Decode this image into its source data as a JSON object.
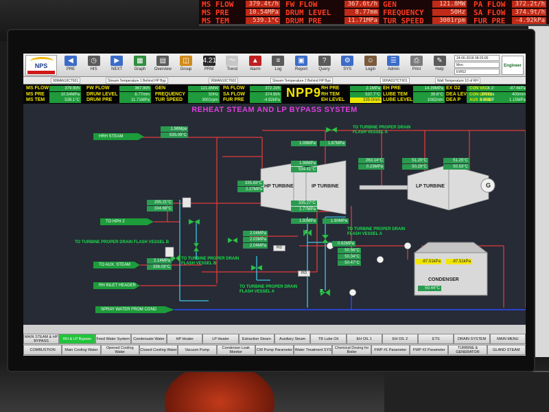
{
  "led_board": {
    "rows": [
      {
        "label": "MS FLOW",
        "value": "379.4t/h",
        "label2": "FW FLOW",
        "value2": "367.6t/h",
        "label3": "GEN",
        "value3": "121.8MW",
        "label4": "PA FLOW",
        "value4": "372.2t/h"
      },
      {
        "label": "MS PRE",
        "value": "10.54MPa",
        "label2": "DRUM LEVEL",
        "value2": "8.77mm",
        "label3": "FREQUENCY",
        "value3": "50Hz",
        "label4": "SA FLOW",
        "value4": "374.9t/h"
      },
      {
        "label": "MS TEM",
        "value": "539.1°C",
        "label2": "DRUM PRE",
        "value2": "11.71MPa",
        "label3": "TUR SPEED",
        "value3": "3001rpm",
        "label4": "FUR PRE",
        "value4": "-4.92kPa"
      }
    ]
  },
  "toolbar": {
    "logo_text": "NPS",
    "buttons": [
      {
        "label": "PRE",
        "icon": "back-arrow-icon",
        "color": "#3b6cc9"
      },
      {
        "label": "HIS",
        "icon": "history-icon",
        "color": "#5a5a5a"
      },
      {
        "label": "NEXT",
        "icon": "forward-arrow-icon",
        "color": "#3b6cc9"
      },
      {
        "label": "Graph",
        "icon": "graph-icon",
        "color": "#2f8f3e"
      },
      {
        "label": "Overview",
        "icon": "grid-icon",
        "color": "#5a5a5a"
      },
      {
        "label": "Group",
        "icon": "group-icon",
        "color": "#d08a1a"
      },
      {
        "label": "PRM",
        "icon": "parameter-icon",
        "color": "#2a2a2a"
      },
      {
        "label": "Trend",
        "icon": "trend-icon",
        "color": "#c7c7c7"
      },
      {
        "label": "Alarm",
        "icon": "alarm-icon",
        "color": "#c02020"
      },
      {
        "label": "Log",
        "icon": "log-icon",
        "color": "#5a5a5a"
      },
      {
        "label": "Report",
        "icon": "report-icon",
        "color": "#3b6cc9"
      },
      {
        "label": "Query",
        "icon": "query-icon",
        "color": "#5a5a5a"
      },
      {
        "label": "SYS",
        "icon": "system-icon",
        "color": "#3b6cc9"
      },
      {
        "label": "Login",
        "icon": "login-icon",
        "color": "#7a5a3a"
      },
      {
        "label": "Admin",
        "icon": "admin-icon",
        "color": "#3b6cc9"
      },
      {
        "label": "Print",
        "icon": "print-icon",
        "color": "#7a7a7a"
      },
      {
        "label": "Help",
        "icon": "help-icon",
        "color": "#5a5a5a"
      }
    ],
    "info": [
      "24-06-2018 08:25:00",
      "Mon",
      "EWS2",
      "Engineer"
    ],
    "prm_value": "4.21"
  },
  "subbar": {
    "tags": [
      "90MAN10CT601",
      "Stream Temperature 1 Behind HP Byp",
      "90MAN10CT602",
      "Stream Temperature 2 Behind HP Byp",
      "90HAD27CT601",
      "Wall Temperature 10 of RH"
    ]
  },
  "status": {
    "unit_name": "NPP9",
    "left": [
      {
        "label": "MS FLOW",
        "value": "379.9t/h"
      },
      {
        "label": "MS PRE",
        "value": "10.54MPa"
      },
      {
        "label": "MS TEM",
        "value": "539.1°C"
      }
    ],
    "left2": [
      {
        "label": "FW FLOW",
        "value": "367.9t/h"
      },
      {
        "label": "DRUM LEVEL",
        "value": "8.77mm"
      },
      {
        "label": "DRUM PRE",
        "value": "11.71MPa"
      }
    ],
    "left3": [
      {
        "label": "GEN",
        "value": "121.8MW"
      },
      {
        "label": "FREQUENCY",
        "value": "50Hz"
      },
      {
        "label": "TUR SPEED",
        "value": "3001rpm"
      }
    ],
    "left4": [
      {
        "label": "PA FLOW",
        "value": "372.2t/h"
      },
      {
        "label": "SA FLOW",
        "value": "374.9t/h"
      },
      {
        "label": "FUR PRE",
        "value": "-4.92kPa"
      }
    ],
    "right1": [
      {
        "label": "RH PRE",
        "value": "2.1MPa"
      },
      {
        "label": "RH TEM",
        "value": "537.7°C"
      },
      {
        "label": "EH LEVEL",
        "value": "339.0mm"
      }
    ],
    "right2": [
      {
        "label": "EH PRE",
        "value": "14.39MPa"
      },
      {
        "label": "LUBE TEM",
        "value": "39.8°C"
      },
      {
        "label": "LUBE LEVEL",
        "value": "1082mm"
      }
    ],
    "right3": [
      {
        "label": "EX O2",
        "value": "4.1%"
      },
      {
        "label": "DEA LEVEL",
        "value": "1981mm"
      },
      {
        "label": "DEA P",
        "value": "0.59MPa"
      }
    ],
    "right4": [
      {
        "label": "CON VAC",
        "value": "-87.6kPa"
      },
      {
        "label": "CON LEVEL",
        "value": "400mm"
      },
      {
        "label": "AUX S PRE",
        "value": "1.15MPa"
      }
    ]
  },
  "page_title": "REHEAT STEAM AND LP BYPASS SYSTEM",
  "mimic": {
    "hrh_steam": "HRH STEAM",
    "hrh_pre": "1.98Mpa",
    "hrh_tem": "535.09°C",
    "to_hph2": "TO HPH 2",
    "to_aux_steam": "TO AUX. STEAM",
    "rh_inlet_header": "RH INLET HEADER",
    "spray_water": "SPRAY WATER FROM COND",
    "hp_turbine": "HP TURBINE",
    "ip_turbine": "IP TURBINE",
    "lp_turbine": "LP TURBINE",
    "generator": "G",
    "condenser": "CONDENSER",
    "notes": {
      "drain_a_top": "TO TURBINE PROPER DRAIN FLASH VESSEL A",
      "drain_b_left": "TO TURBINE PROPER DRAIN FLASH VESSEL B",
      "drain_b_mid": "TO TURBINE PROPER DRAIN FLASH VESSEL B",
      "drain_a_bottom": "TO TURBINE PROPER DRAIN FLASH VESSEL A",
      "drain_a_right": "TO TURBINE PROPER DRAIN FLASH VESSEL A"
    },
    "values": {
      "cold_rh_pre": "1.08MPa",
      "cold_rh_pre2": "1.87MPa",
      "ip_inlet_pre": "1.98MPa",
      "ip_inlet_tem": "534.41°C",
      "ip_exh_pre": "263.14°C",
      "ip_exh_pre2": "0.23MPa",
      "lp_a_tem": "51.20°C",
      "lp_a_pre": "50.29°C",
      "lp_b_tem": "51.25°C",
      "lp_b_pre": "50.53°C",
      "hp_exh_tem": "335.83°C",
      "hp_exh_pre": "2.27MPa",
      "hp_mid_tem": "335.27°C",
      "hp_mid_pre": "1.77MPa",
      "hph2_tem": "295.21°C",
      "hph2_tem2": "334.68°C",
      "bypass_pre": "1.93MPa",
      "bypass_pre2": "1.90MPa",
      "aux_pre": "2.14MPa",
      "aux_tem": "336.03°C",
      "lp_byp_pre1": "2.04MPa",
      "lp_byp_pre2": "2.03MPa",
      "lp_byp_pre3": "2.04MPa",
      "spray_pre": "0.62MPa",
      "spray_v1": "50.56°C",
      "spray_v2": "50.34°C",
      "spray_v3": "50.47°C",
      "cond_vac_1": "-87.51kPa",
      "cond_vac_2": "-87.51kPa",
      "cond_level": "50.44°C"
    },
    "pid_labels": [
      "PID",
      "PID"
    ],
    "valve_tags": [
      "2",
      "2"
    ]
  },
  "nav": {
    "row1": [
      "MAIN STEAM & HP BYPASS",
      "RH & LP Bypass",
      "Feed Water System",
      "Condensate Water",
      "HP Heater",
      "LP Heater",
      "Extraction Steam",
      "Auxiliary Steam",
      "TB Lube Oil",
      "EH OIL 1",
      "EH OIL 2",
      "ETS",
      "DRAIN SYSTEM",
      "MAIN MENU"
    ],
    "row2": [
      "COMBUSTION",
      "Main Cooling Water",
      "Opened Cooling Water",
      "Closed Cooling Water",
      "Vacuum Pump",
      "Condenser Leak Monitor",
      "CW Pump Parameter",
      "Water Treatment SYS",
      "Chemical Dosing for Boiler",
      "FWP #1 Parameter",
      "FWP #2 Parameter",
      "TURBINE & GENERATOR",
      "GLAND STEAM"
    ],
    "active": "RH & LP Bypass"
  }
}
